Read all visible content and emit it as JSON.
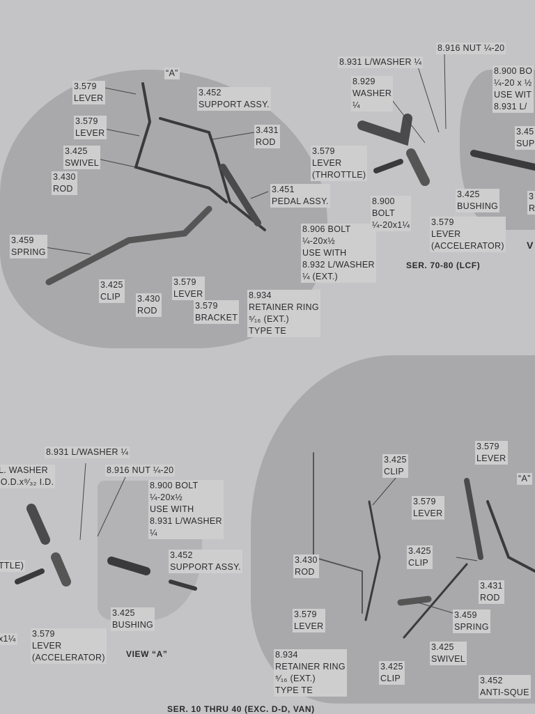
{
  "top_left": {
    "labels": [
      {
        "lines": [
          "“A”"
        ]
      },
      {
        "lines": [
          "3.579",
          "LEVER"
        ]
      },
      {
        "lines": [
          "3.452",
          "SUPPORT ASSY."
        ]
      },
      {
        "lines": [
          "3.579",
          "LEVER"
        ]
      },
      {
        "lines": [
          "3.431",
          "ROD"
        ]
      },
      {
        "lines": [
          "3.425",
          "SWIVEL"
        ]
      },
      {
        "lines": [
          "3.430",
          "ROD"
        ]
      },
      {
        "lines": [
          "3.451",
          "PEDAL ASSY."
        ]
      },
      {
        "lines": [
          "3.459",
          "SPRING"
        ]
      },
      {
        "lines": [
          "8.906 BOLT",
          "¼-20x½",
          "USE WITH",
          "8.932 L/WASHER",
          "¼ (EXT.)"
        ]
      },
      {
        "lines": [
          "3.425",
          "CLIP"
        ]
      },
      {
        "lines": [
          "3.430",
          "ROD"
        ]
      },
      {
        "lines": [
          "3.579",
          "LEVER"
        ]
      },
      {
        "lines": [
          "3.579",
          "BRACKET"
        ]
      },
      {
        "lines": [
          "8.934",
          "RETAINER RING",
          "⁵⁄₁₆ (EXT.)",
          "TYPE TE"
        ]
      }
    ]
  },
  "top_right": {
    "caption": "SER. 70-80 (LCF)",
    "labels": [
      {
        "lines": [
          "8.916 NUT ¼-20"
        ]
      },
      {
        "lines": [
          "8.931 L/WASHER ¼"
        ]
      },
      {
        "lines": [
          "8.900 BO",
          "¼-20 x ½",
          "USE WIT",
          "8.931 L/"
        ]
      },
      {
        "lines": [
          "8.929",
          "WASHER",
          "¼"
        ]
      },
      {
        "lines": [
          "3.579",
          "LEVER",
          "(THROTTLE)"
        ]
      },
      {
        "lines": [
          "3.45",
          "SUP"
        ]
      },
      {
        "lines": [
          "8.900",
          "BOLT",
          "¼-20x1¼"
        ]
      },
      {
        "lines": [
          "3.425",
          "BUSHING"
        ]
      },
      {
        "lines": [
          "3.579",
          "LEVER",
          "(ACCELERATOR)"
        ]
      },
      {
        "lines": [
          "3",
          "R"
        ]
      },
      {
        "lines": [
          "V"
        ]
      }
    ]
  },
  "bottom_left": {
    "caption": "VIEW “A”",
    "labels": [
      {
        "lines": [
          "8.931 L/WASHER ¼"
        ]
      },
      {
        "lines": [
          "L. WASHER",
          " O.D.x⁹⁄₃₂ I.D."
        ]
      },
      {
        "lines": [
          "8.916 NUT ¼-20"
        ]
      },
      {
        "lines": [
          "8.900 BOLT",
          "¼-20x½",
          "USE WITH",
          "8.931 L/WASHER",
          "¼"
        ]
      },
      {
        "lines": [
          "TTLE)"
        ]
      },
      {
        "lines": [
          "3.452",
          "SUPPORT ASSY."
        ]
      },
      {
        "lines": [
          "3.425",
          "BUSHING"
        ]
      },
      {
        "lines": [
          "x1¼"
        ]
      },
      {
        "lines": [
          "3.579",
          "LEVER",
          "(ACCELERATOR)"
        ]
      }
    ]
  },
  "bottom_right": {
    "caption": "SER. 10 THRU 40 (EXC. D-D, VAN)",
    "labels": [
      {
        "lines": [
          "3.579",
          "LEVER"
        ]
      },
      {
        "lines": [
          "“A”"
        ]
      },
      {
        "lines": [
          "3.425",
          "CLIP"
        ]
      },
      {
        "lines": [
          "3.579",
          "LEVER"
        ]
      },
      {
        "lines": [
          "3.425",
          "CLIP"
        ]
      },
      {
        "lines": [
          "3.430",
          "ROD"
        ]
      },
      {
        "lines": [
          "3.431",
          "ROD"
        ]
      },
      {
        "lines": [
          "3.579",
          "LEVER"
        ]
      },
      {
        "lines": [
          "3.459",
          "SPRING"
        ]
      },
      {
        "lines": [
          "3.425",
          "SWIVEL"
        ]
      },
      {
        "lines": [
          "8.934",
          "RETAINER RING",
          "⁵⁄₁₆ (EXT.)",
          "TYPE TE"
        ]
      },
      {
        "lines": [
          "3.425",
          "CLIP"
        ]
      },
      {
        "lines": [
          "3.452",
          "ANTI-SQUE"
        ]
      }
    ]
  }
}
